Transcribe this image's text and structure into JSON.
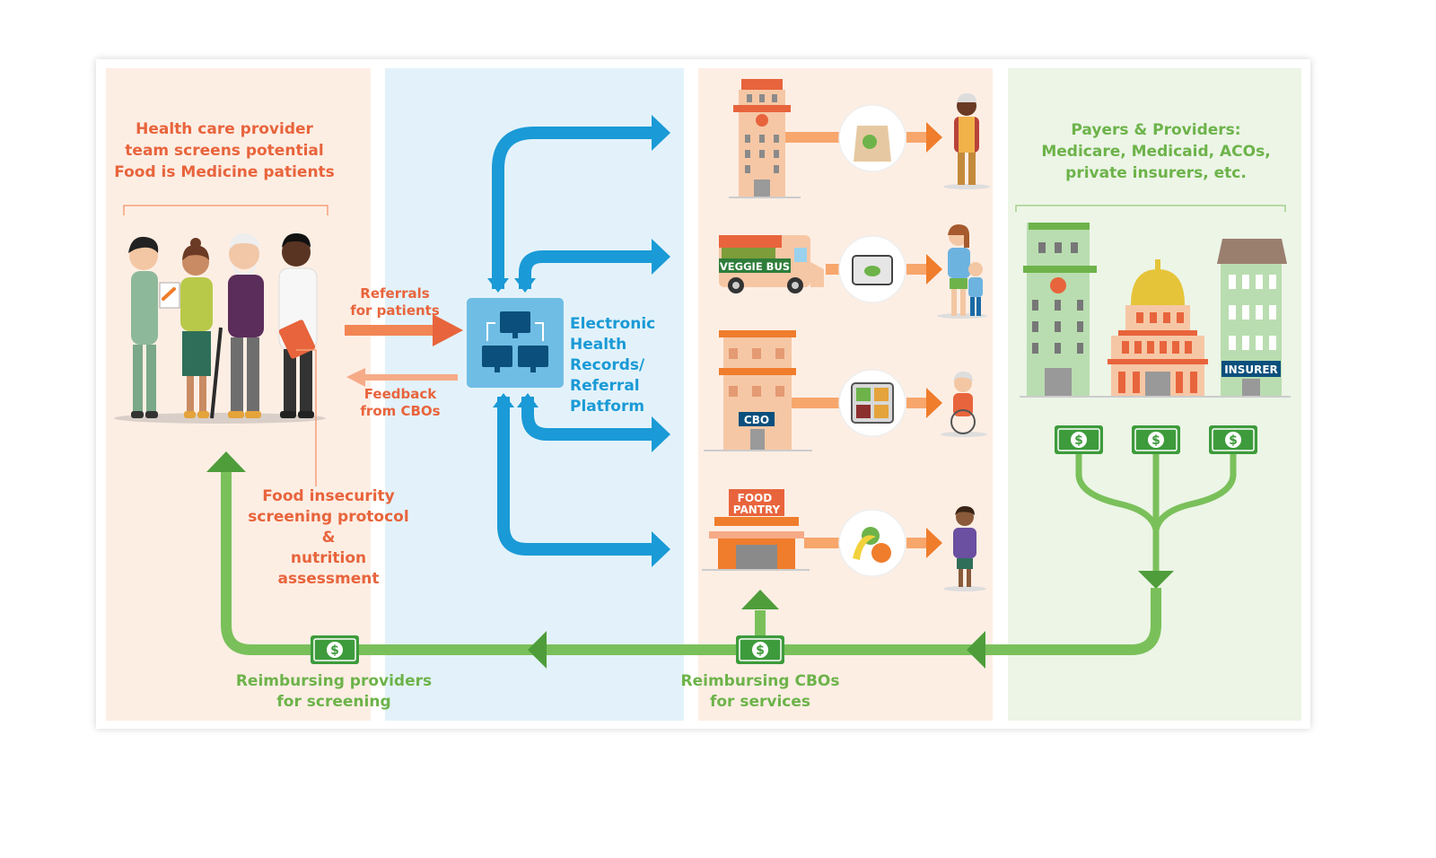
{
  "providers_title": "Health care provider\nteam screens potential\nFood is Medicine patients",
  "referrals_label": "Referrals\nfor patients",
  "feedback_label": "Feedback\nfrom CBOs",
  "platform_label": "Electronic Health\nRecords/ Referral\nPlatform",
  "screening_label": "Food insecurity\nscreening protocol &\nnutrition assessment",
  "payers_title": "Payers & Providers:\nMedicare, Medicaid, ACOs,\nprivate insurers, etc.",
  "reimburse_providers_label": "Reimbursing providers\nfor screening",
  "reimburse_cbos_label": "Reimbursing CBOs\nfor services",
  "veggie_bus_sign": "VEGGIE BUS",
  "cbo_sign": "CBO",
  "food_pantry_sign": "FOOD\nPANTRY",
  "insurer_sign": "INSURER",
  "money_symbol": "$",
  "colors": {
    "orange_text": "#e8643c",
    "blue": "#1a9ad6",
    "green": "#6db34a",
    "panel_peach": "#fdeee4",
    "panel_blue": "#e3f2fa",
    "panel_green": "#ecf5e6"
  }
}
